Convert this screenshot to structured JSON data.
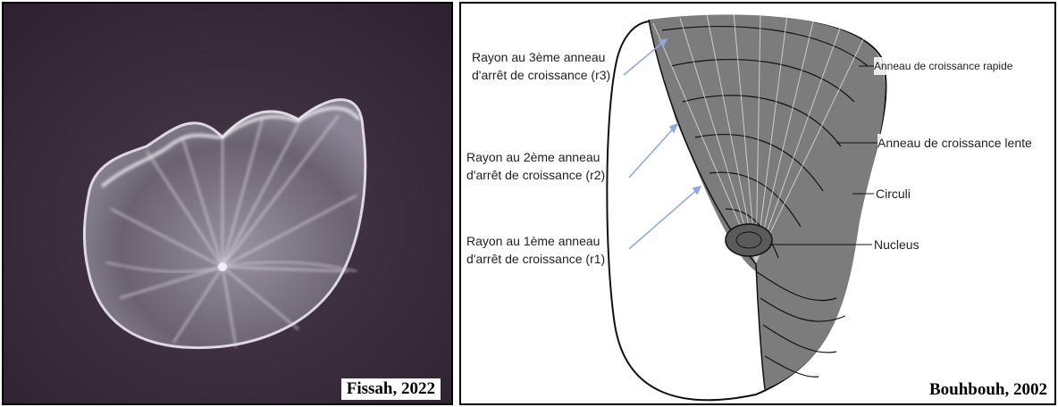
{
  "photo": {
    "credit": "Fissah, 2022"
  },
  "diagram": {
    "credit": "Bouhbouh, 2002",
    "left_labels": [
      {
        "line1": "Rayon au 3ème anneau",
        "line2": "d'arrêt de croissance (r3)"
      },
      {
        "line1": "Rayon au 2ème anneau",
        "line2": "d'arrêt de croissance (r2)"
      },
      {
        "line1": "Rayon au 1ème anneau",
        "line2": "d'arrêt de croissance (r1)"
      }
    ],
    "right_labels": [
      "Anneau de croissance rapide",
      "Anneau de croissance lente",
      "Circuli",
      "Nucleus"
    ]
  },
  "colors": {
    "photo_background": "#3b2c3b",
    "scale_glow": "#e8e4ec",
    "arrow_blue": "#8fa8d8"
  }
}
